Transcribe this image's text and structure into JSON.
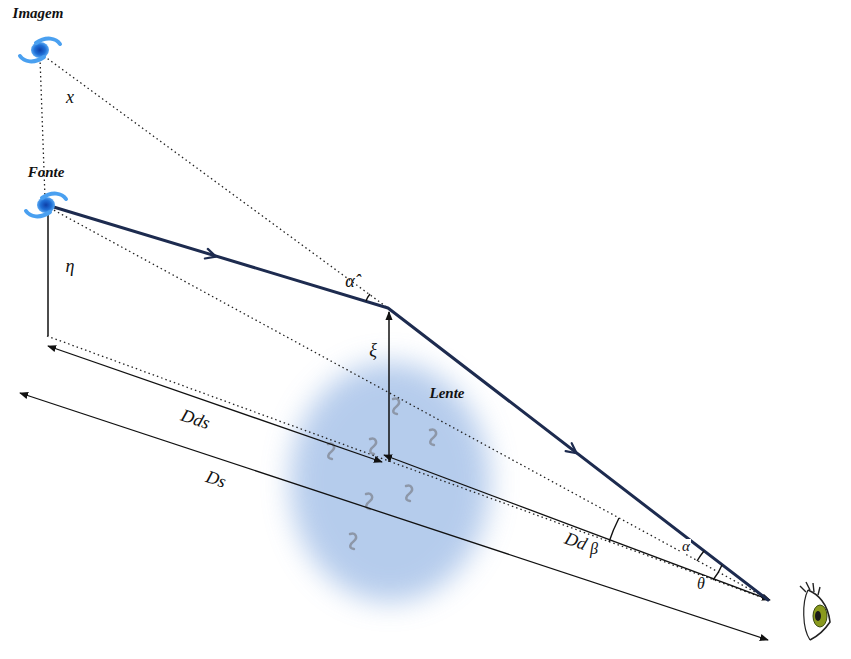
{
  "diagram": {
    "labels": [
      "Imagem",
      "x",
      "Fonte",
      "η",
      "α̂",
      "ξ",
      "Lente",
      "Dds",
      "Ds",
      "Dd",
      "β",
      "α",
      "θ"
    ]
  }
}
